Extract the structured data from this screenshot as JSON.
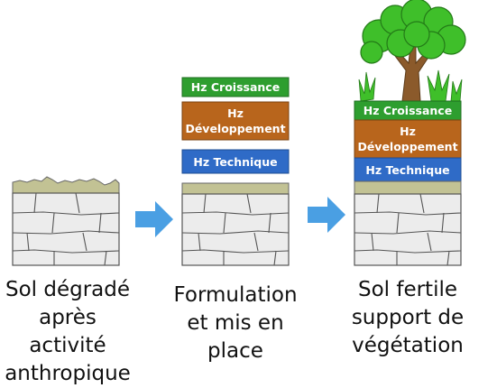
{
  "colors": {
    "growth_green": "#2e9e2f",
    "development_brown": "#b8651c",
    "technical_blue": "#2f6bc7",
    "topsoil_tan": "#c2c294",
    "arrow_blue": "#4a9fe3",
    "bedrock_fill": "#ececec",
    "bedrock_line": "#555555",
    "foliage_green": "#3fbf2a",
    "trunk_brown": "#8b5a2b"
  },
  "stages": [
    {
      "caption_lines": [
        "Sol dégradé",
        "après activité",
        "anthropique"
      ]
    },
    {
      "hz_croissance": "Hz Croissance",
      "hz_developpement": [
        "Hz",
        "Développement"
      ],
      "hz_technique": "Hz Technique",
      "caption_lines": [
        "Formulation",
        "et mis en",
        "place"
      ]
    },
    {
      "hz_croissance": "Hz Croissance",
      "hz_developpement": [
        "Hz",
        "Développement"
      ],
      "hz_technique": "Hz Technique",
      "caption_lines": [
        "Sol fertile",
        "support de",
        "végétation"
      ],
      "vegetation": "tree-with-grass"
    }
  ],
  "arrows": [
    "arrow-right",
    "arrow-right"
  ]
}
